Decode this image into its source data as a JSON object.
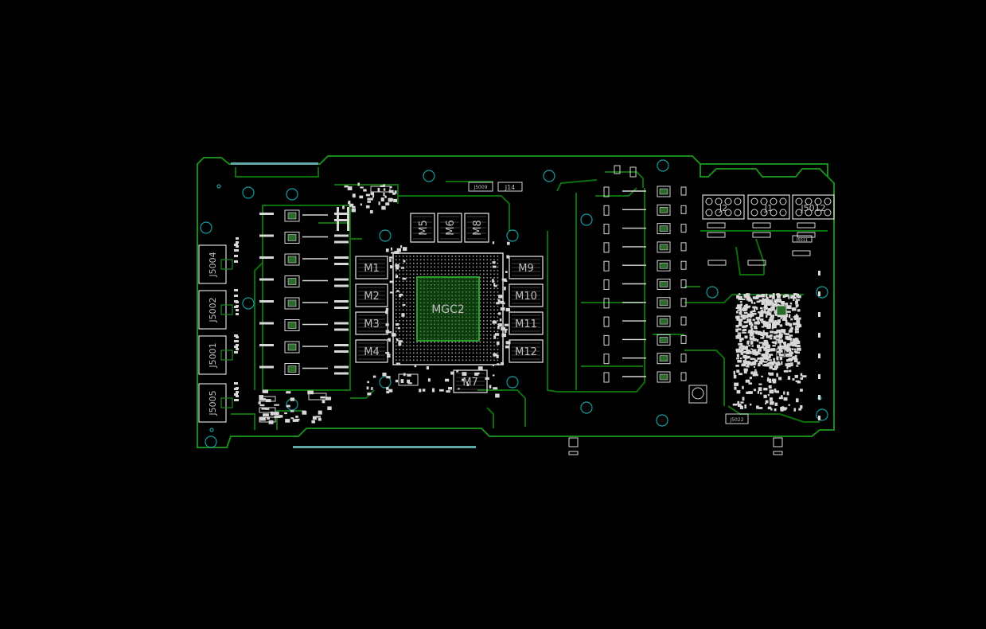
{
  "colors": {
    "background": "#000000",
    "board_outline": "#1a8a1a",
    "trace": "#0d6e0d",
    "component": "#d8d8d8",
    "label": "#bfbfbf",
    "mounting_hole": "#1a9a9a",
    "edge_connector": "#5fa8a8"
  },
  "labels": {
    "gpu": "MGC2",
    "mem": [
      "M1",
      "M2",
      "M3",
      "M4",
      "M5",
      "M6",
      "M8",
      "M7",
      "M9",
      "M10",
      "M11",
      "M12"
    ],
    "ports": [
      "J5004",
      "J5002",
      "J5001",
      "J5005"
    ],
    "power": [
      "J2",
      "J1",
      "J5012"
    ],
    "header_a": "J5009",
    "header_b": "J14",
    "small_a": "J5011",
    "small_b": "J5022"
  }
}
